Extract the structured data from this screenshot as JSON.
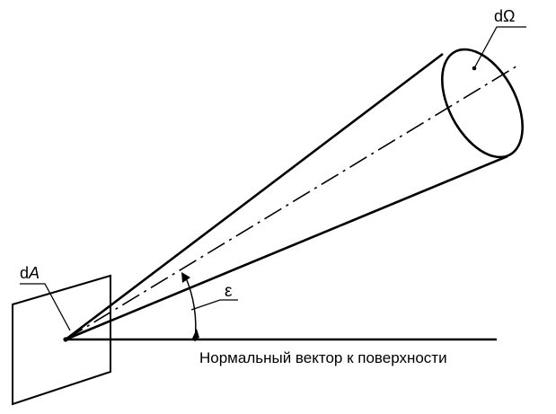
{
  "labels": {
    "solid_angle_d": "d",
    "solid_angle_symbol": "Ω",
    "area_d": "d",
    "area_symbol": "A",
    "angle_symbol": "ε",
    "normal_vector": "Нормальный вектор к поверхности"
  },
  "colors": {
    "line": "#000000",
    "background": "#ffffff"
  }
}
